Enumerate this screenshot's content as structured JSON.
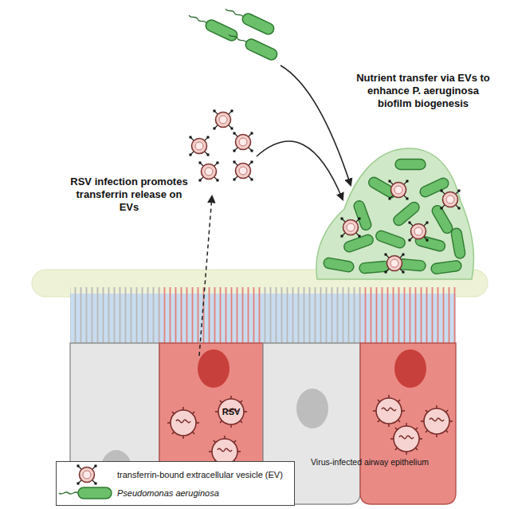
{
  "diagram": {
    "nodes": [
      {
        "text": [
          "RSV"
        ]
      }
    ],
    "labels": [
      "Nutrient transfer via EVs to enhance P. aeruginosa biofilm biogenesis",
      "RSV infection promotes transferrin release on EVs",
      "Virus-infected airway epithelium"
    ],
    "legend": [
      {
        "text": "transferrin-bound extracellular vesicle (EV)"
      },
      {
        "text": "Pseudomonas aeruginosa"
      }
    ]
  }
}
